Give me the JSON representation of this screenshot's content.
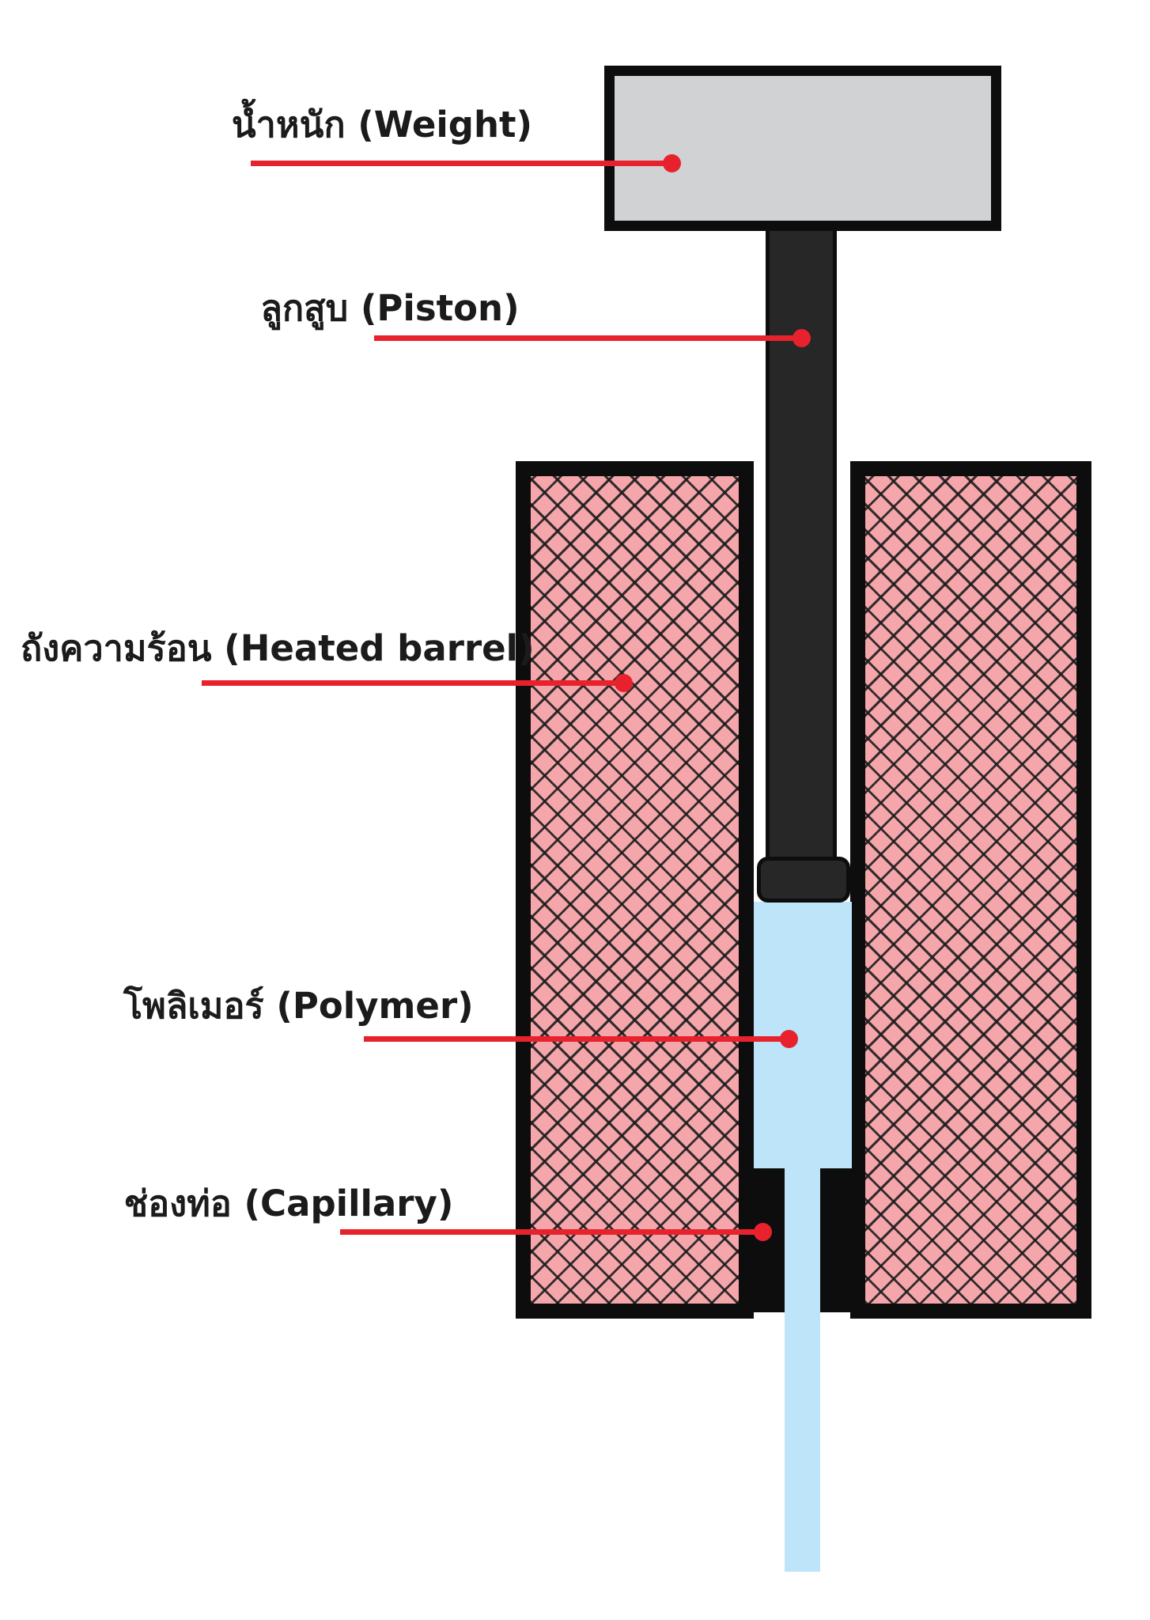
{
  "diagram": {
    "subject": "melt-flow-index-tester-cross-section",
    "labels": [
      {
        "id": "weight",
        "text": "น้ำหนัก (Weight)"
      },
      {
        "id": "piston",
        "text": "ลูกสูบ (Piston)"
      },
      {
        "id": "heated_barrel",
        "text": "ถังความร้อน (Heated barrel)"
      },
      {
        "id": "polymer",
        "text": "โพลิเมอร์ (Polymer)"
      },
      {
        "id": "capillary",
        "text": "ช่องท่อ (Capillary)"
      }
    ],
    "colors": {
      "leader_red": "#e8222d",
      "barrel_pink": "#f4a6ab",
      "polymer_blue": "#bde4f9",
      "piston_dark": "#272727",
      "weight_gray": "#d0d2d4",
      "outline_black": "#0d0d0d",
      "text": "#1b1b1b"
    }
  }
}
